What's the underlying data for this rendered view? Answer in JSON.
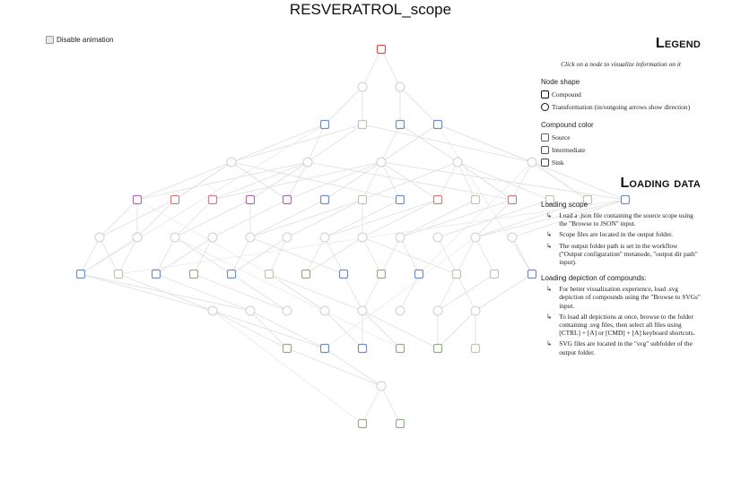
{
  "page": {
    "title": "RESVERATROL_scope"
  },
  "controls": {
    "disable_animation_label": "Disable animation",
    "disable_animation_checked": false
  },
  "legend": {
    "title": "Legend",
    "hint": "Click on a node to visualize information on it",
    "node_shape_title": "Node shape",
    "compound_label": "Compound",
    "transformation_label": "Transformation (in/outgoing arrows show direction)",
    "compound_color_title": "Compound color",
    "source_label": "Source",
    "intermediate_label": "Intermediate",
    "sink_label": "Sink",
    "colors": {
      "source": "#c0392b",
      "intermediate": "#2e5c8a",
      "sink": "#2f4f2f"
    }
  },
  "loading": {
    "title": "Loading data",
    "scope_title": "Loading scope",
    "scope_items": [
      "Load a .json file containing the source scope using the \"Browse to JSON\" input.",
      "Scope files are located in the output folder.",
      "The output folder path is set in the workflow (\"Output configuration\" metanode, \"output dir path\" input)."
    ],
    "depiction_title": "Loading depiction of compounds:",
    "depiction_items": [
      "For better visualization experience, load .svg depiction of compounds using the \"Browse to SVGs\" input.",
      "To load all depictions at once, browse to the folder containing .svg files, then select all files using [CTRL] + [A] or [CMD] + [A] keyboard shortcuts.",
      "SVG files are located in the \"svg\" subfolder of the output folder."
    ]
  }
}
